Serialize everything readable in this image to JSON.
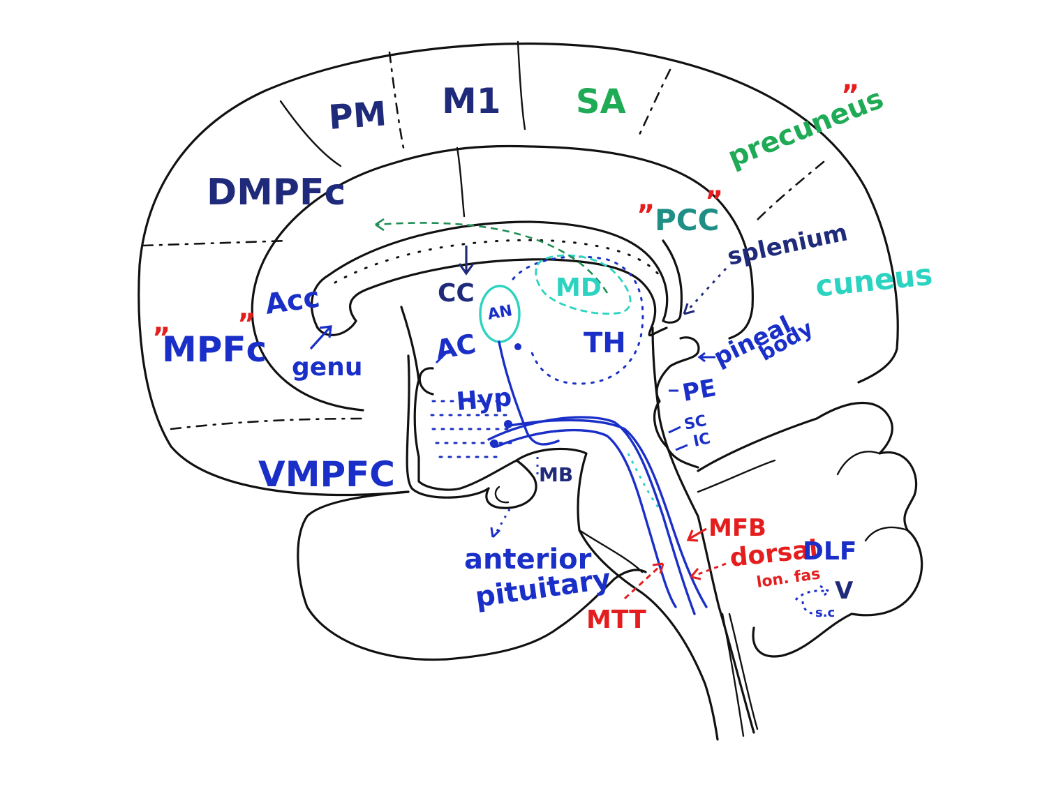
{
  "colors": {
    "outline": "#111111",
    "navy": "#1f2a7a",
    "blue": "#1a2fc7",
    "green": "#1faa55",
    "teal": "#2bd3c0",
    "darkteal": "#1f8f86",
    "red": "#e41e1e"
  },
  "labels": {
    "pm": "PM",
    "m1": "M1",
    "sa": "SA",
    "precuneus": "precuneus",
    "dmpfc": "DMPFc",
    "pcc": "PCC",
    "splenium": "splenium",
    "cuneus": "cuneus",
    "acc": "Acc",
    "cc": "CC",
    "an": "AN",
    "md": "MD",
    "mpfc": "MPFc",
    "genu": "genu",
    "ac": "AC",
    "th": "TH",
    "pineal": "pineal",
    "body": "body",
    "pe": "PE",
    "hyp": "Hyp",
    "sc": "SC",
    "ic": "IC",
    "vmpfc": "VMPFC",
    "mb": "MB",
    "mfb": "MFB",
    "anterior": "anterior",
    "pituitary": "pituitary",
    "dorsal": "dorsal",
    "dlf": "DLF",
    "lonfas": "lon. fas",
    "v": "V",
    "s_c": "s.c",
    "mtt": "MTT"
  },
  "quote_marks": {
    "open": "”",
    "close": "”"
  }
}
